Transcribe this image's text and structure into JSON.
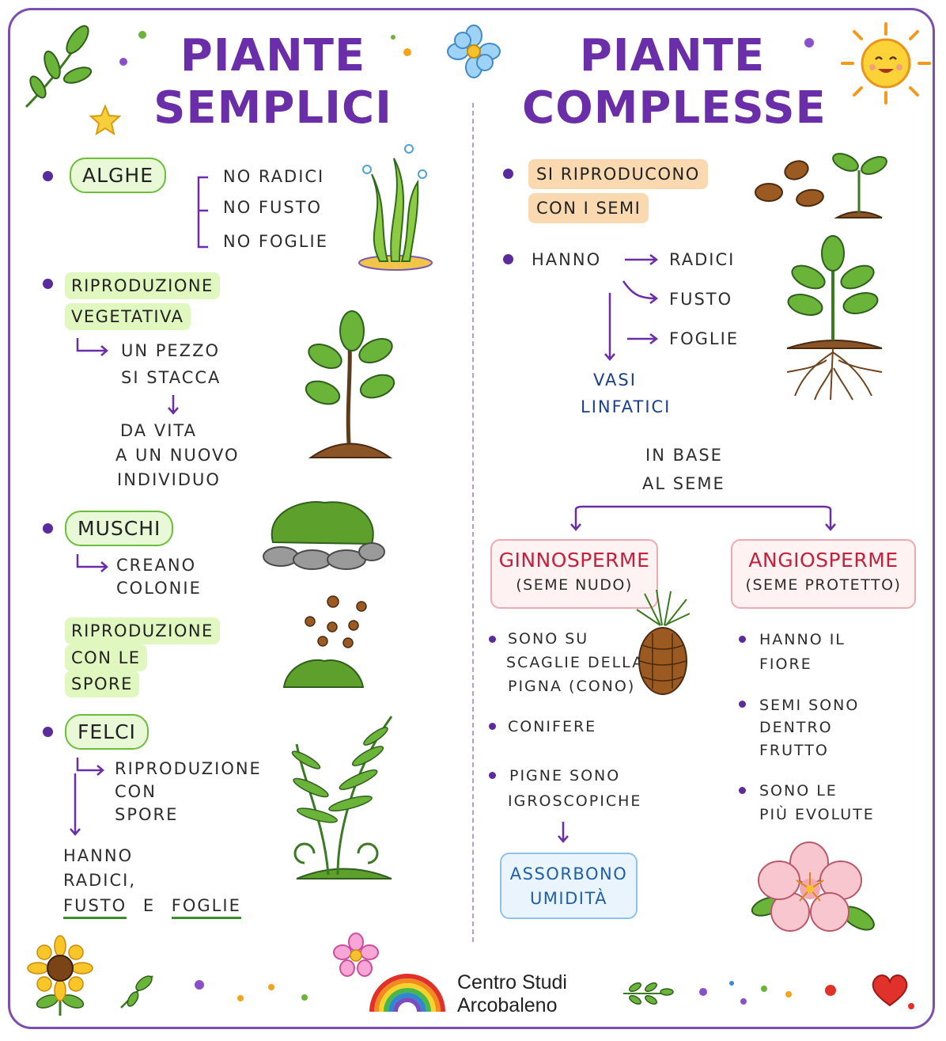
{
  "left": {
    "title_line1": "PIANTE",
    "title_line2": "SEMPLICI",
    "alghe": {
      "label": "ALGHE",
      "items": [
        "NO RADICI",
        "NO FUSTO",
        "NO FOGLIE"
      ]
    },
    "vegetativa": {
      "label_line1": "RIPRODUZIONE",
      "label_line2": "VEGETATIVA",
      "step1_line1": "UN  PEZZO",
      "step1_line2": "SI  STACCA",
      "step2_line1": "DA  VITA",
      "step2_line2": "A UN  NUOVO",
      "step2_line3": "INDIVIDUO"
    },
    "muschi": {
      "label": "MUSCHI",
      "note_line1": "CREANO",
      "note_line2": "COLONIE",
      "spore_line1": "RIPRODUZIONE",
      "spore_line2": "CON  LE",
      "spore_line3": "SPORE"
    },
    "felci": {
      "label": "FELCI",
      "note_line1": "RIPRODUZIONE",
      "note_line2": "CON",
      "note_line3": "SPORE",
      "has_line1": "HANNO",
      "has_line2": "RADICI,",
      "has_word1": "FUSTO",
      "has_conj": "E",
      "has_word2": "FOGLIE"
    }
  },
  "right": {
    "title_line1": "PIANTE",
    "title_line2": "COMPLESSE",
    "semi": {
      "line1": "SI  RIPRODUCONO",
      "line2": "CON  I  SEMI"
    },
    "hanno": {
      "label": "HANNO",
      "parts": [
        "RADICI",
        "FUSTO",
        "FOGLIE"
      ],
      "vasi_line1": "VASI",
      "vasi_line2": "LINFATICI"
    },
    "base": {
      "line1": "IN  BASE",
      "line2": "AL  SEME"
    },
    "ginnosperme": {
      "title": "GINNOSPERME",
      "subtitle": "(SEME  NUDO)",
      "b1_line1": "SONO  SU",
      "b1_line2": "SCAGLIE  DELLA",
      "b1_line3": "PIGNA  (CONO)",
      "b2": "CONIFERE",
      "b3_line1": "PIGNE  SONO",
      "b3_line2": "IGROSCOPICHE",
      "result_line1": "ASSORBONO",
      "result_line2": "UMIDITÀ"
    },
    "angiosperme": {
      "title": "ANGIOSPERME",
      "subtitle": "(SEME  PROTETTO)",
      "b1_line1": "HANNO  IL",
      "b1_line2": "FIORE",
      "b2_line1": "SEMI  SONO",
      "b2_line2": "DENTRO",
      "b2_line3": "FRUTTO",
      "b3_line1": "SONO  LE",
      "b3_line2": "PIÙ  EVOLUTE"
    }
  },
  "footer": {
    "brand_line1": "Centro Studi",
    "brand_line2": "Arcobaleno"
  },
  "colors": {
    "title": "#6a2fa8",
    "accent_green": "#6bbd3a",
    "accent_pink": "#c4203b",
    "accent_blue": "#1a3e8e"
  }
}
